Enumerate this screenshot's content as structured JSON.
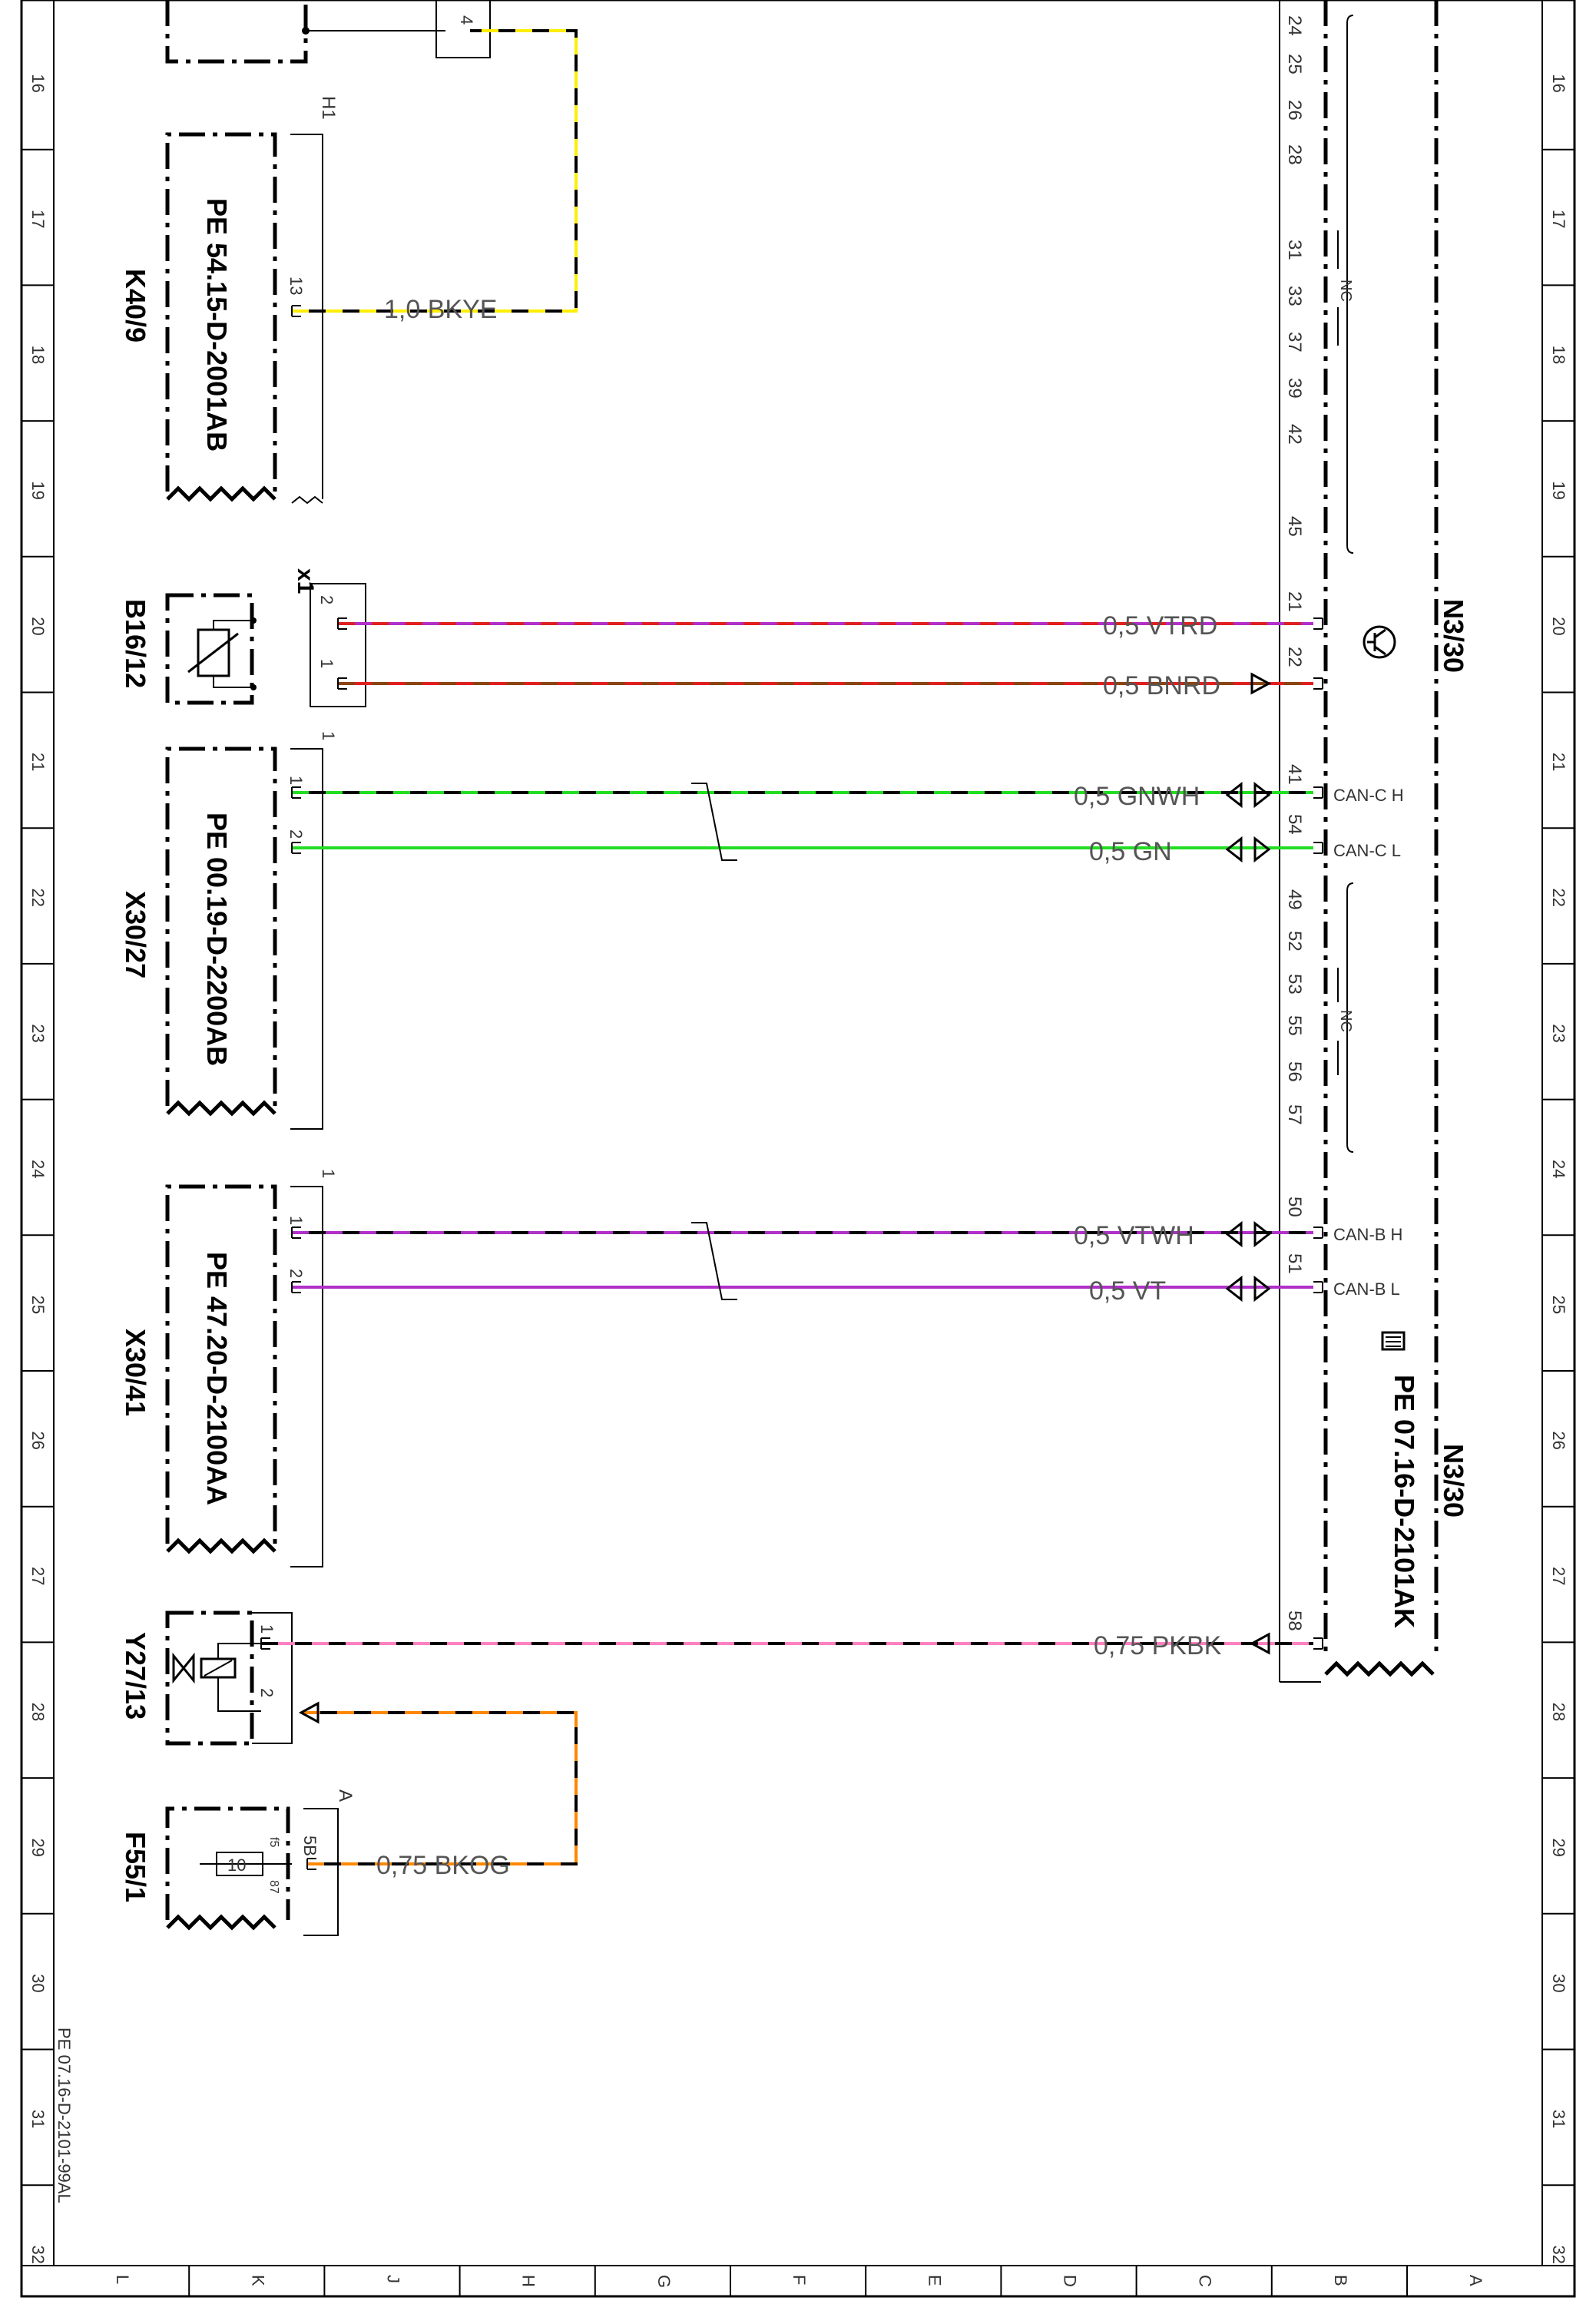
{
  "colors": {
    "black": "#000000",
    "yellow": "#ffee00",
    "violet": "#b030c8",
    "red": "#e02020",
    "brown": "#8b4513",
    "green": "#22dd22",
    "white": "#ffffff",
    "pink": "#ff80c0",
    "orange": "#ff8800"
  },
  "rows": [
    "16",
    "17",
    "18",
    "19",
    "20",
    "21",
    "22",
    "23",
    "24",
    "25",
    "26",
    "27",
    "28",
    "29",
    "30",
    "31",
    "32"
  ],
  "columns": [
    "L",
    "K",
    "J",
    "H",
    "G",
    "F",
    "E",
    "D",
    "C",
    "B",
    "A"
  ],
  "sheet_ref": "PE 07.16-D-2101-99AL",
  "components": {
    "k40_9": {
      "label": "K40/9",
      "ref": "PE 54.15-D-2001AB",
      "connector": "H1",
      "pin": "13",
      "upper_pin": "4"
    },
    "b16_12": {
      "label": "B16/12",
      "connector": "x1",
      "pins": [
        "2",
        "1"
      ]
    },
    "x30_27": {
      "label": "X30/27",
      "ref": "PE 00.19-D-2200AB",
      "connector": "1",
      "pins": [
        "1",
        "2"
      ]
    },
    "x30_41": {
      "label": "X30/41",
      "ref": "PE 47.20-D-2100AA",
      "connector": "1",
      "pins": [
        "1",
        "2"
      ]
    },
    "y27_13": {
      "label": "Y27/13",
      "pins": [
        "1",
        "2"
      ]
    },
    "f55_1": {
      "label": "F55/1",
      "connector": "A",
      "pin": "5B",
      "fuse": "10",
      "fuse_small_1": "f5",
      "fuse_small_2": "87"
    },
    "n3_30": {
      "label_top": "N3/30",
      "label_bottom": "N3/30",
      "ref": "PE 07.16-D-2101AK",
      "nc": "NC",
      "nc_pins_top": [
        "24",
        "25",
        "26",
        "28",
        "31",
        "33",
        "37",
        "39",
        "42",
        "45"
      ],
      "nc_pins_mid": [
        "49",
        "52",
        "53",
        "55",
        "56",
        "57"
      ],
      "pins": [
        "21",
        "22",
        "41",
        "54",
        "50",
        "51",
        "58"
      ],
      "can_c_h": "CAN-C H",
      "can_c_l": "CAN-C L",
      "can_b_h": "CAN-B H",
      "can_b_l": "CAN-B L"
    }
  },
  "wires": {
    "bkye": "1,0 BKYE",
    "vtrd": "0,5 VTRD",
    "bnrd": "0,5 BNRD",
    "gnwh": "0,5 GNWH",
    "gn": "0,5 GN",
    "vtwh": "0,5 VTWH",
    "vt": "0,5 VT",
    "pkbk": "0,75 PKBK",
    "bkog": "0,75 BKOG"
  }
}
